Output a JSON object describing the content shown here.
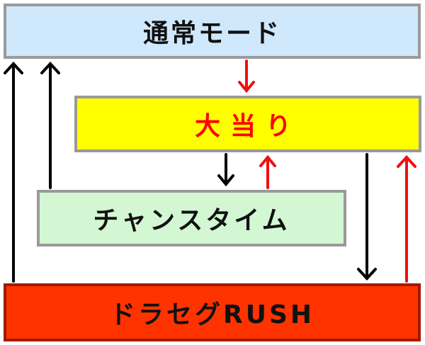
{
  "nodes": {
    "normal_mode": {
      "label": "通常モード",
      "fill": "#cfe8fb"
    },
    "jackpot": {
      "label": "大当り",
      "fill": "#ffff00",
      "text_color": "#ff0000"
    },
    "chance_time": {
      "label": "チャンスタイム",
      "fill": "#d2f7d2"
    },
    "dragon_rush": {
      "label": "ドラセグRUSH",
      "fill": "#ff3300"
    }
  },
  "edges": [
    {
      "from": "normal_mode",
      "to": "jackpot",
      "color": "red"
    },
    {
      "from": "jackpot",
      "to": "chance_time",
      "color": "black"
    },
    {
      "from": "chance_time",
      "to": "jackpot",
      "color": "red"
    },
    {
      "from": "chance_time",
      "to": "normal_mode",
      "color": "black"
    },
    {
      "from": "jackpot",
      "to": "dragon_rush",
      "color": "black"
    },
    {
      "from": "dragon_rush",
      "to": "jackpot",
      "color": "red"
    },
    {
      "from": "dragon_rush",
      "to": "normal_mode",
      "color": "black"
    }
  ]
}
